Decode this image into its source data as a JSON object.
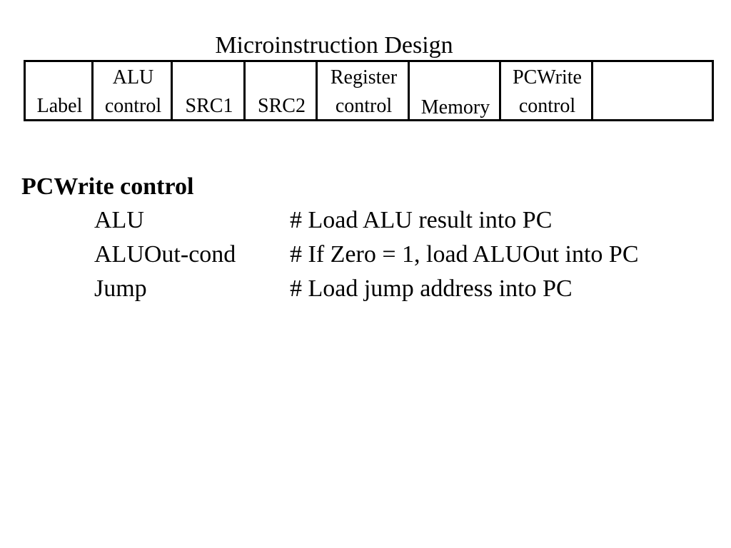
{
  "slide": {
    "title": "Microinstruction Design"
  },
  "fields": [
    {
      "line1": "",
      "line2": "Label"
    },
    {
      "line1": "ALU",
      "line2": "control"
    },
    {
      "line1": "",
      "line2": "SRC1"
    },
    {
      "line1": "",
      "line2": "SRC2"
    },
    {
      "line1": "Register",
      "line2": "control"
    },
    {
      "line1": "",
      "line2": "Memory"
    },
    {
      "line1": "PCWrite",
      "line2": "control"
    },
    {
      "line1": "",
      "line2": ""
    }
  ],
  "section": {
    "heading": "PCWrite control",
    "options": [
      {
        "name": "ALU",
        "comment": "# Load ALU result into PC"
      },
      {
        "name": "ALUOut-cond",
        "comment": "# If Zero = 1, load ALUOut into PC"
      },
      {
        "name": "Jump",
        "comment": "# Load jump address into PC"
      }
    ]
  }
}
